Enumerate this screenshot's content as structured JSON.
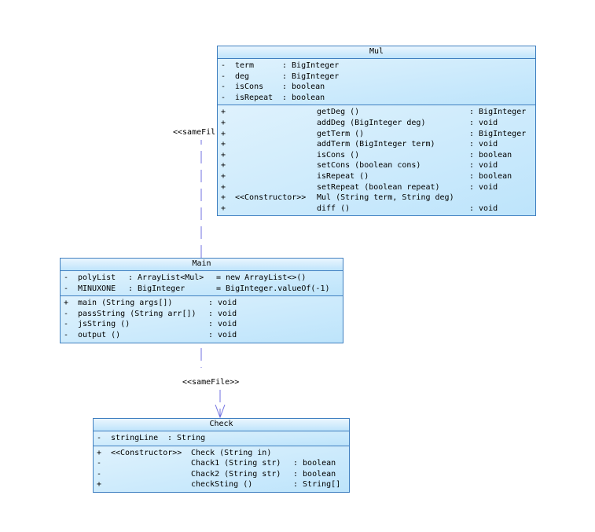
{
  "diagram": {
    "classes": [
      {
        "name": "Mul",
        "attributes": [
          {
            "vis": "-",
            "name": "term",
            "type": ": BigInteger"
          },
          {
            "vis": "-",
            "name": "deg",
            "type": ": BigInteger"
          },
          {
            "vis": "-",
            "name": "isCons",
            "type": ": boolean"
          },
          {
            "vis": "-",
            "name": "isRepeat",
            "type": ": boolean"
          }
        ],
        "operations": [
          {
            "vis": "+",
            "stereo": "",
            "sig": "getDeg ()",
            "ret": ": BigInteger"
          },
          {
            "vis": "+",
            "stereo": "",
            "sig": "addDeg (BigInteger deg)",
            "ret": ": void"
          },
          {
            "vis": "+",
            "stereo": "",
            "sig": "getTerm ()",
            "ret": ": BigInteger"
          },
          {
            "vis": "+",
            "stereo": "",
            "sig": "addTerm (BigInteger term)",
            "ret": ": void"
          },
          {
            "vis": "+",
            "stereo": "",
            "sig": "isCons ()",
            "ret": ": boolean"
          },
          {
            "vis": "+",
            "stereo": "",
            "sig": "setCons (boolean cons)",
            "ret": ": void"
          },
          {
            "vis": "+",
            "stereo": "",
            "sig": "isRepeat ()",
            "ret": ": boolean"
          },
          {
            "vis": "+",
            "stereo": "",
            "sig": "setRepeat (boolean repeat)",
            "ret": ": void"
          },
          {
            "vis": "+",
            "stereo": "<<Constructor>>",
            "sig": "Mul (String term, String deg)",
            "ret": ""
          },
          {
            "vis": "+",
            "stereo": "",
            "sig": "diff ()",
            "ret": ": void"
          }
        ]
      },
      {
        "name": "Main",
        "attributes": [
          {
            "vis": "-",
            "name": "polyList",
            "type": ": ArrayList<Mul>",
            "init": "= new ArrayList<>()"
          },
          {
            "vis": "-",
            "name": "MINUXONE",
            "type": ": BigInteger",
            "init": "= BigInteger.valueOf(-1)"
          }
        ],
        "operations": [
          {
            "vis": "+",
            "sig": "main (String args[])",
            "ret": ": void"
          },
          {
            "vis": "-",
            "sig": "passString (String arr[])",
            "ret": ": void"
          },
          {
            "vis": "-",
            "sig": "jsString ()",
            "ret": ": void"
          },
          {
            "vis": "-",
            "sig": "output ()",
            "ret": ": void"
          }
        ]
      },
      {
        "name": "Check",
        "attributes": [
          {
            "vis": "-",
            "name": "stringLine",
            "type": ": String"
          }
        ],
        "operations": [
          {
            "vis": "+",
            "stereo": "<<Constructor>>",
            "sig": "Check (String in)",
            "ret": ""
          },
          {
            "vis": "-",
            "stereo": "",
            "sig": "Chack1 (String str)",
            "ret": ": boolean"
          },
          {
            "vis": "-",
            "stereo": "",
            "sig": "Chack2 (String str)",
            "ret": ": boolean"
          },
          {
            "vis": "+",
            "stereo": "",
            "sig": "checkSting ()",
            "ret": ": String[]"
          }
        ]
      }
    ],
    "relations": [
      {
        "from": "Main",
        "to": "Mul",
        "label": "<<sameFil"
      },
      {
        "from": "Main",
        "to": "Check",
        "label": "<<sameFile>>"
      }
    ],
    "colors": {
      "border": "#3f7fc0",
      "fill": "#c8e9fc",
      "edge": "#7070e0"
    }
  }
}
